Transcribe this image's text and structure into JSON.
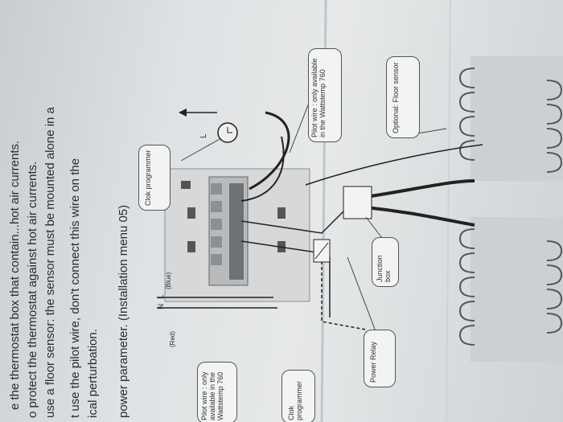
{
  "manual_text": {
    "line1": "e the thermostat box that contain...hot air currents.",
    "line2": "o protect the thermostat against hot air currents.",
    "line3": "use a floor sensor: the sensor must be mounted alone in a",
    "line4": "t use the pilot wire, don't connect this wire on the",
    "line5": "ical perturbation.",
    "line6": "power parameter. (Installation menu 05)"
  },
  "labels": {
    "pilot_wire_top": "Pilot wire : only available in the Wattstemp 760",
    "optional_floor_sensor": "Optional: Floor sensor",
    "clock_programmer_top": "Clok programmer",
    "junction_box": "Junction box",
    "power_relay": "Power Relay",
    "pilot_wire_left": "Pilot wire : only available in the Wattstemp 760",
    "clock_programmer_left": "Clok programmer",
    "red": "(Red)",
    "blue": "(Blue)",
    "L": "L",
    "N": "N",
    "L_arrow": "L"
  },
  "colors": {
    "paper": "#e3e5e6",
    "ink": "#2a2c2e",
    "cable": "#222222",
    "mesh": "#b9bdc0"
  }
}
